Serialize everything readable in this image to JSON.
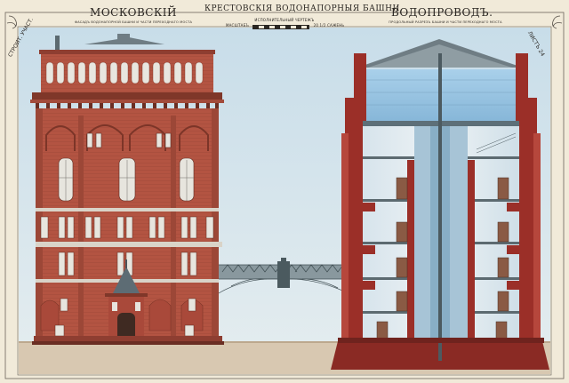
{
  "title": {
    "left": "МОСКОВСКІЙ",
    "center": "КРЕСТОВСКІЯ ВОДОНАПОРНЫЯ БАШНИ.",
    "right": "ВОДОПРОВОДЪ."
  },
  "subtitles": {
    "left": "ФАСАДЪ ВОДОНАПОРНОЙ БАШНИ И ЧАСТИ ПЕРЕХОДНАГО МОСТА",
    "center": "ИСПОЛНИТЕЛЬНЫЙ ЧЕРТЕЖЪ",
    "right": "ПРОДОЛЬНЫЙ РАЗРЕЗЪ БАШНИ И ЧАСТИ ПЕРЕХОДНАГО МОСТА",
    "scale_left": "МАСШТАБЪ",
    "scale_right": "20 1/2 САЖЕНЬ"
  },
  "margin_labels": {
    "left": "СТРОИТ. УЧАСТ.",
    "right": "ЛИСТЪ 24"
  },
  "colors": {
    "paper": "#f1ead9",
    "sky": "#cfe2ec",
    "brick": "#b35442",
    "brick_dark": "#8e3e31",
    "section_red": "#9b2f28",
    "water_tank": "#9ec7e3",
    "ground": "#d8c8b1",
    "iron_bridge": "#5a6b70"
  }
}
